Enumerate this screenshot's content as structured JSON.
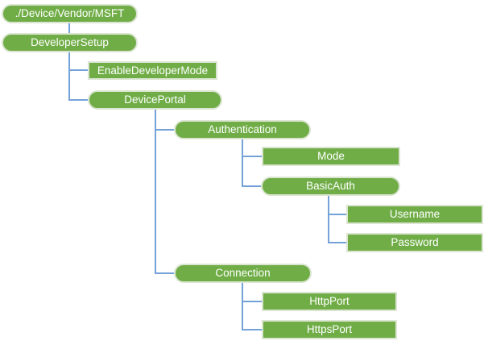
{
  "diagram": {
    "type": "tree",
    "description": "CSP configuration tree for Windows Device Portal",
    "colors": {
      "node_fill": "#70AD47",
      "node_border": "#DBE5D1",
      "connector": "#74A2D8",
      "text": "#FFFFFF",
      "background": "#FFFFFF"
    },
    "nodes": [
      {
        "id": "root",
        "label": "./Device/Vendor/MSFT",
        "shape": "rounded",
        "parent": null
      },
      {
        "id": "developer-setup",
        "label": "DeveloperSetup",
        "shape": "rounded",
        "parent": "root"
      },
      {
        "id": "enable-developer-mode",
        "label": "EnableDeveloperMode",
        "shape": "rect",
        "parent": "developer-setup"
      },
      {
        "id": "device-portal",
        "label": "DevicePortal",
        "shape": "rounded",
        "parent": "developer-setup"
      },
      {
        "id": "authentication",
        "label": "Authentication",
        "shape": "rounded",
        "parent": "device-portal"
      },
      {
        "id": "mode",
        "label": "Mode",
        "shape": "rect",
        "parent": "authentication"
      },
      {
        "id": "basic-auth",
        "label": "BasicAuth",
        "shape": "rounded",
        "parent": "authentication"
      },
      {
        "id": "username",
        "label": "Username",
        "shape": "rect",
        "parent": "basic-auth"
      },
      {
        "id": "password",
        "label": "Password",
        "shape": "rect",
        "parent": "basic-auth"
      },
      {
        "id": "connection",
        "label": "Connection",
        "shape": "rounded",
        "parent": "device-portal"
      },
      {
        "id": "http-port",
        "label": "HttpPort",
        "shape": "rect",
        "parent": "connection"
      },
      {
        "id": "https-port",
        "label": "HttpsPort",
        "shape": "rect",
        "parent": "connection"
      }
    ]
  }
}
